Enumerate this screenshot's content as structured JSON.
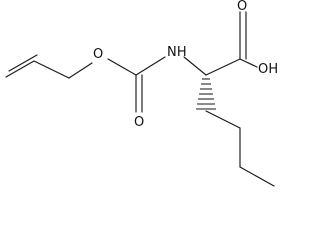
{
  "structure": {
    "atom_labels": {
      "carboxyl_oxygen": "O",
      "hydroxyl": "OH",
      "amine": "NH",
      "carbonyl_oxygen": "O",
      "ester_oxygen": "O"
    }
  }
}
